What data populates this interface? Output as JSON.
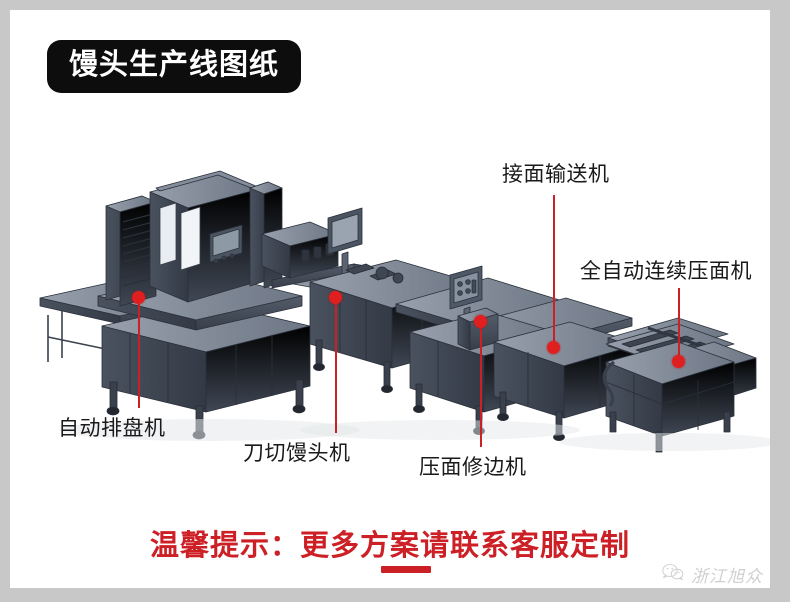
{
  "page": {
    "background_color": "#c8c8c8",
    "canvas_color": "#ffffff"
  },
  "title_badge": {
    "text": "馒头生产线图纸",
    "background_color": "#0d0d0d",
    "text_color": "#ffffff"
  },
  "diagram": {
    "alt": "steamed-bun production line CAD rendering",
    "machine_color": "#5a6270",
    "accent_color": "#e02020"
  },
  "callouts": [
    {
      "id": "tray",
      "label": "自动排盘机",
      "icon": "red-dot-marker"
    },
    {
      "id": "cutter",
      "label": "刀切馒头机",
      "icon": "red-dot-marker"
    },
    {
      "id": "trim",
      "label": "压面修边机",
      "icon": "red-dot-marker"
    },
    {
      "id": "conveyor",
      "label": "接面输送机",
      "icon": "red-dot-marker"
    },
    {
      "id": "press",
      "label": "全自动连续压面机",
      "icon": "red-dot-marker"
    }
  ],
  "promo": {
    "text": "温馨提示：更多方案请联系客服定制",
    "color": "#cc2026"
  },
  "watermark": {
    "text": "浙江旭众",
    "icon": "wechat-icon",
    "color": "#6b6b6b"
  }
}
